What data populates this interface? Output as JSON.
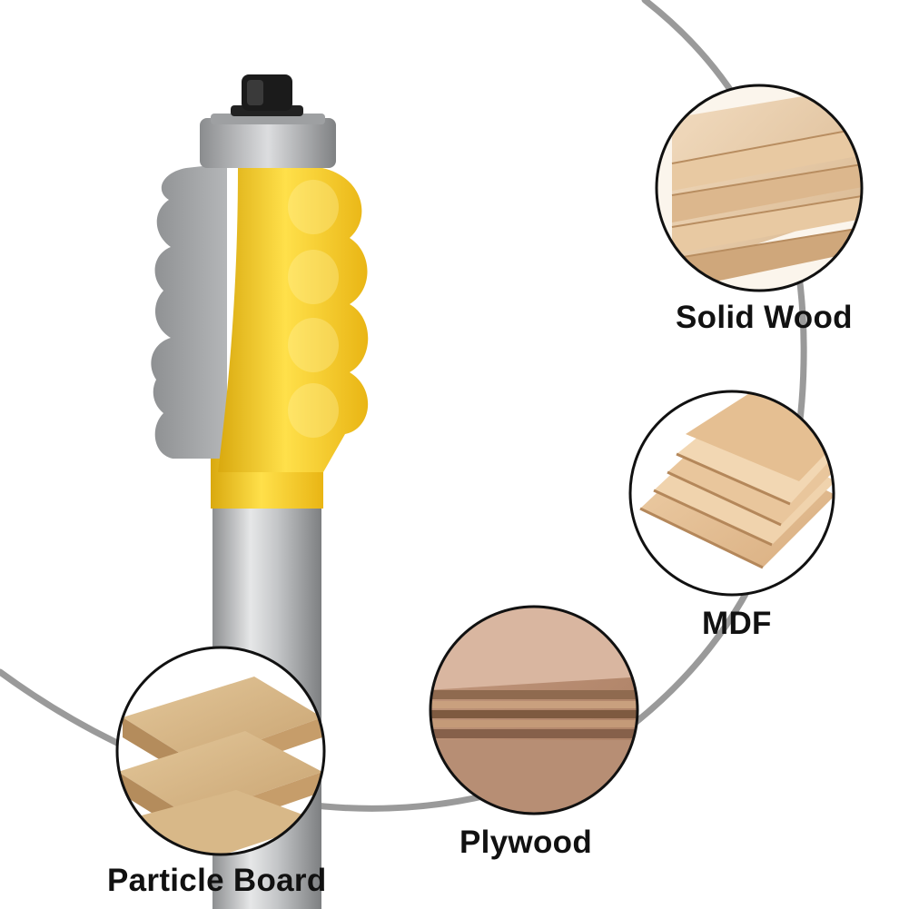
{
  "materials": [
    {
      "id": "solid-wood",
      "label": "Solid Wood"
    },
    {
      "id": "mdf",
      "label": "MDF"
    },
    {
      "id": "plywood",
      "label": "Plywood"
    },
    {
      "id": "particle-board",
      "label": "Particle Board"
    }
  ],
  "colors": {
    "background": "#ffffff",
    "arc": "#9a9a9a",
    "cutter_yellow": "#f6c81c",
    "steel": "#a9abad",
    "circle_border": "#111111",
    "label": "#111111"
  }
}
